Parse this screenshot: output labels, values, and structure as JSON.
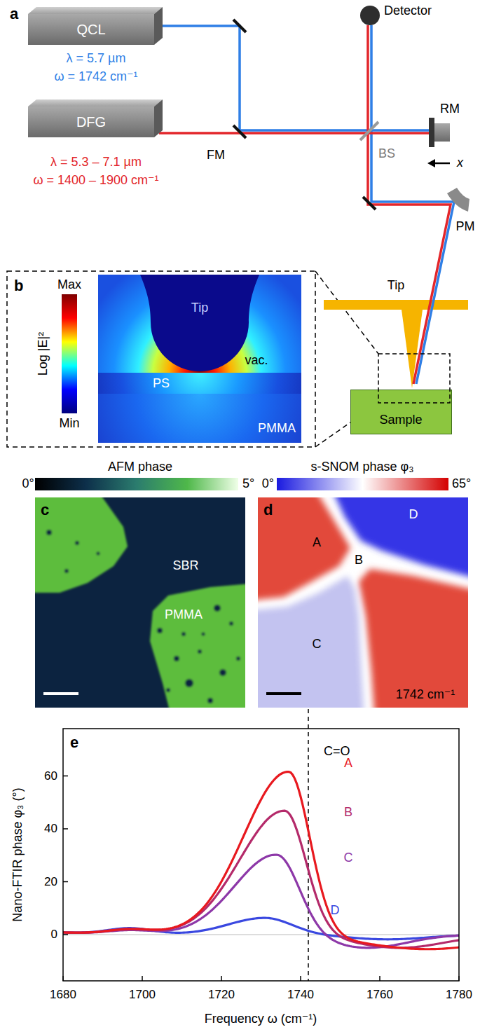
{
  "diagram": {
    "nodes": [
      {
        "text": [
          "QCL"
        ]
      },
      {
        "text": [
          "DFG"
        ]
      },
      {
        "text": [
          "Detector"
        ]
      },
      {
        "text": [
          "Sample"
        ]
      }
    ],
    "labels": [
      "a",
      "λ = 5.7 µm",
      "ω = 1742 cm⁻¹",
      "λ = 5.3 – 7.1 µm",
      "ω = 1400 – 1900 cm⁻¹",
      "FM",
      "BS",
      "RM",
      "x",
      "PM",
      "Tip",
      "b",
      "Max",
      "Log |E|²",
      "Min",
      "Tip",
      "vac.",
      "PS",
      "PMMA",
      "AFM phase",
      "0°",
      "5°",
      "s-SNOM phase φ₃",
      "0°",
      "65°",
      "c",
      "SBR",
      "PMMA",
      "d",
      "A",
      "B",
      "C",
      "D",
      "1742 cm⁻¹",
      "e",
      "C=O",
      "60",
      "40",
      "20",
      "0",
      "A",
      "B",
      "C",
      "D",
      "1680",
      "1700",
      "1720",
      "1740",
      "1760",
      "1780",
      "Nano-FTIR phase φ₃ (°)",
      "Frequency ω (cm⁻¹)"
    ]
  }
}
